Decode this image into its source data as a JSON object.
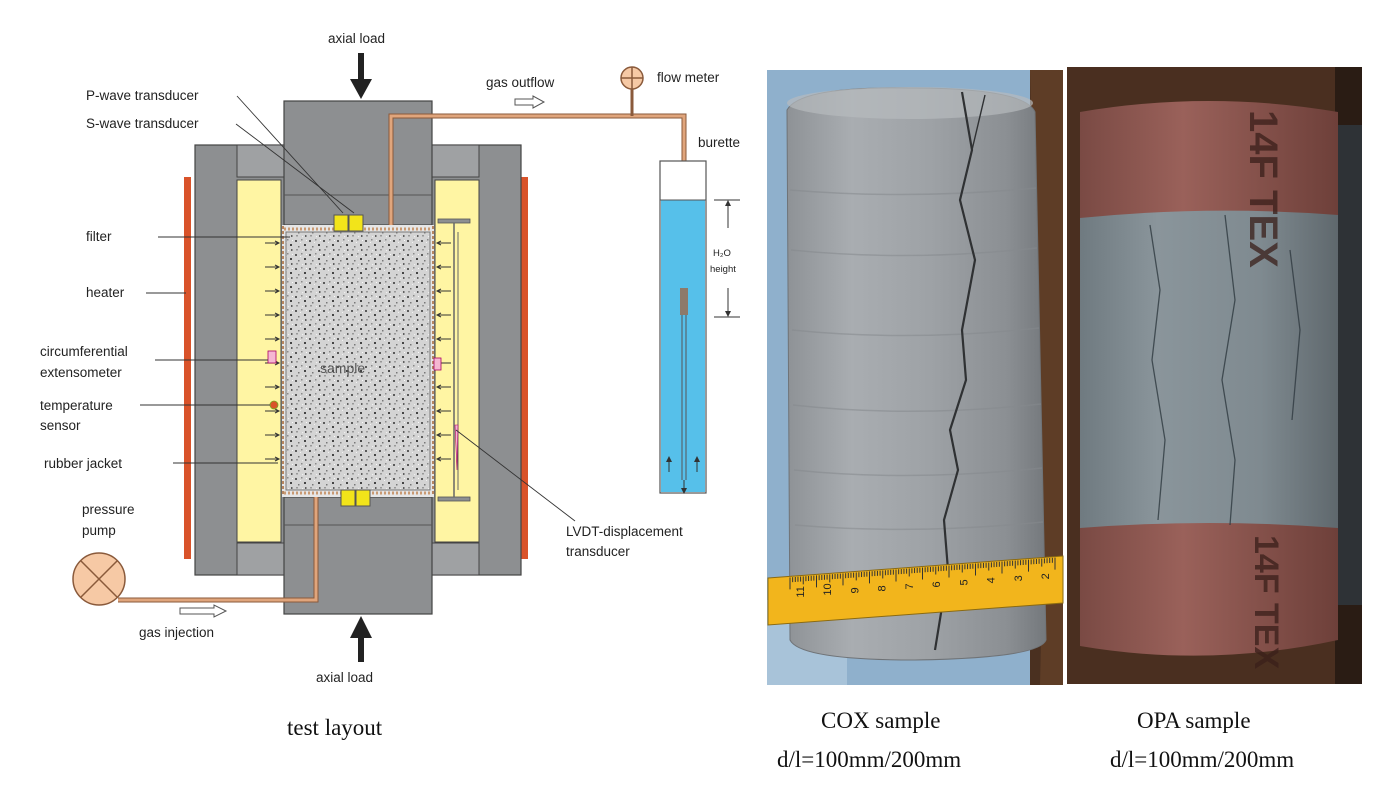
{
  "diagram": {
    "labels": {
      "axial_load_top": "axial load",
      "axial_load_bottom": "axial load",
      "gas_outflow": "gas outflow",
      "flow_meter": "flow meter",
      "burette": "burette",
      "h2o_height_line1": "H₂O",
      "h2o_height_line2": "height",
      "p_wave": "P-wave transducer",
      "s_wave": "S-wave transducer",
      "filter": "filter",
      "heater": "heater",
      "circ_ext_line1": "circumferential",
      "circ_ext_line2": "extensometer",
      "temp_line1": "temperature",
      "temp_line2": "sensor",
      "rubber_jacket": "rubber jacket",
      "pump_line1": "pressure",
      "pump_line2": "pump",
      "gas_injection": "gas injection",
      "sample": "sample",
      "lvdt_line1": "LVDT-displacement",
      "lvdt_line2": "transducer"
    },
    "caption": "test layout"
  },
  "photos": {
    "cox": {
      "title": "COX sample",
      "dims": "d/l=100mm/200mm",
      "ruler_marks": [
        "11",
        "10",
        "9",
        "8",
        "7",
        "6",
        "5",
        "4",
        "3",
        "2"
      ]
    },
    "opa": {
      "title": "OPA sample",
      "dims": "d/l=100mm/200mm",
      "jacket_text_top": "14F TEX",
      "jacket_text_bottom": "14F TEX"
    }
  },
  "colors": {
    "steel": "#8d8f91",
    "steel_dark": "#3a3a3a",
    "oil": "#fff5a3",
    "heater": "#d9532a",
    "pipe": "#e0a57c",
    "water": "#56c0ea",
    "transducer": "#f2e41a",
    "pump": "#f6c9a5"
  }
}
